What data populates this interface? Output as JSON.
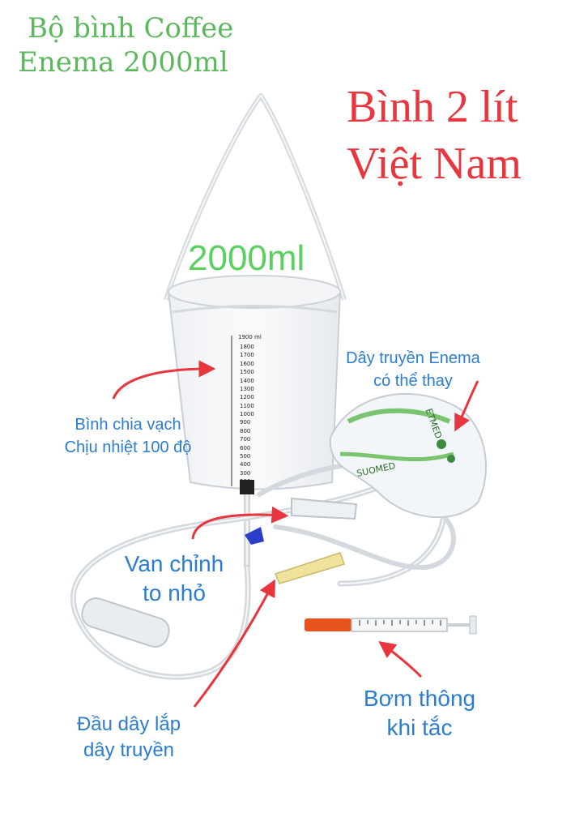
{
  "title": {
    "line1": "Bộ bình Coffee",
    "line2": "Enema 2000ml"
  },
  "headline": {
    "line1": "Bình 2 lít",
    "line2": "Việt Nam"
  },
  "volume_label": "2000ml",
  "beaker_scale": {
    "top_label": "1900 ml",
    "marks": [
      "1800",
      "1700",
      "1600",
      "1500",
      "1400",
      "1300",
      "1200",
      "1100",
      "1000",
      "900",
      "800",
      "700",
      "600",
      "500",
      "400",
      "300",
      "200"
    ]
  },
  "callouts": {
    "beaker": {
      "line1": "Bình chia vạch",
      "line2": "Chịu nhiệt 100 độ"
    },
    "tube": {
      "line1": "Dây truyền Enema",
      "line2": "có thể thay"
    },
    "valve": {
      "line1": "Van chỉnh",
      "line2": "to nhỏ"
    },
    "connector": {
      "line1": "Đầu dây lắp",
      "line2": "dây truyền"
    },
    "syringe": {
      "line1": "Bơm thông",
      "line2": "khi tắc"
    }
  },
  "package_print": {
    "brand": "SUOMED",
    "brand_partial": "ETMED"
  },
  "colors": {
    "green_text": "#5cb85c",
    "red_text": "#e8363f",
    "blue_text": "#2a7dd1",
    "arrow": "#e8363f",
    "syringe_cap": "#e8541c",
    "valve_clamp": "#2b3ec9",
    "connector_yellow": "#f0e29a"
  }
}
